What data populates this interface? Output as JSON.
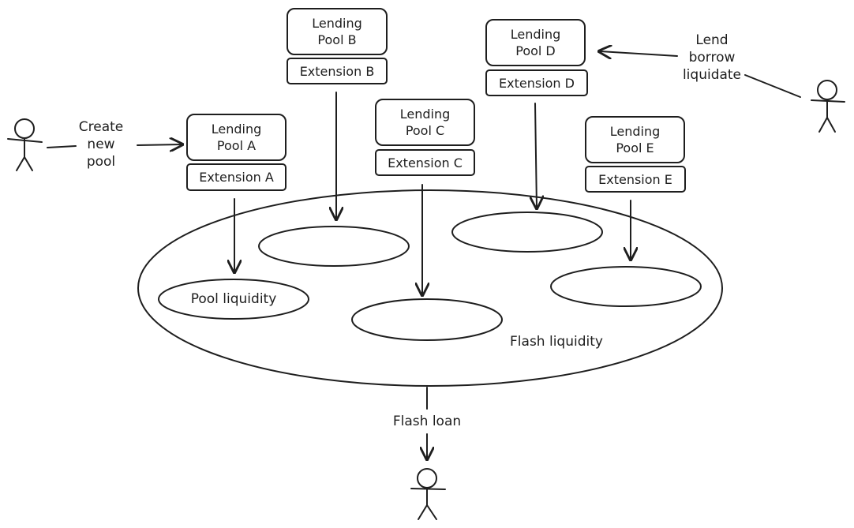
{
  "pools": [
    {
      "id": "a",
      "label": "Lending\nPool A",
      "extension": "Extension A"
    },
    {
      "id": "b",
      "label": "Lending\nPool B",
      "extension": "Extension B"
    },
    {
      "id": "c",
      "label": "Lending\nPool C",
      "extension": "Extension C"
    },
    {
      "id": "d",
      "label": "Lending\nPool D",
      "extension": "Extension D"
    },
    {
      "id": "e",
      "label": "Lending\nPool E",
      "extension": "Extension E"
    }
  ],
  "labels": {
    "create": "Create\nnew\npool",
    "lend": "Lend\nborrow\nliquidate",
    "pool_liquidity": "Pool liquidity",
    "flash_liquidity": "Flash liquidity",
    "flash_loan": "Flash loan"
  },
  "colors": {
    "stroke": "#1e1e1e",
    "background": "#ffffff"
  }
}
